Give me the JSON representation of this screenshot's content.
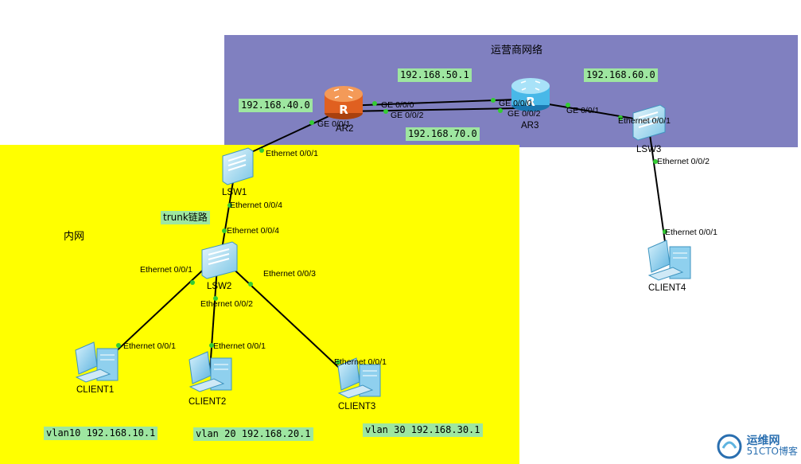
{
  "zones": {
    "isp": {
      "label": "运营商网络",
      "color": "#8080c0"
    },
    "lan": {
      "label": "内网",
      "color": "#ffff00"
    }
  },
  "networks": {
    "net40": "192.168.40.0",
    "net50": "192.168.50.1",
    "net60": "192.168.60.0",
    "net70": "192.168.70.0"
  },
  "trunk_label": "trunk链路",
  "vlans": {
    "vlan10": "vlan10 192.168.10.1",
    "vlan20": "vlan 20 192.168.20.1",
    "vlan30": "vlan 30 192.168.30.1"
  },
  "devices": {
    "ar2": "AR2",
    "ar3": "AR3",
    "lsw1": "LSW1",
    "lsw2": "LSW2",
    "lsw3": "LSW3",
    "client1": "CLIENT1",
    "client2": "CLIENT2",
    "client3": "CLIENT3",
    "client4": "CLIENT4"
  },
  "ports": {
    "ar2_ge000": "GE 0/0/0",
    "ar2_ge002": "GE 0/0/2",
    "ar2_ge001": "GE 0/0/1",
    "ar3_ge000": "GE 0/0/0",
    "ar3_ge002": "GE 0/0/2",
    "ar3_ge001": "GE 0/0/1",
    "lsw1_e001": "Ethernet 0/0/1",
    "lsw1_e004": "Ethernet 0/0/4",
    "lsw2_e004": "Ethernet 0/0/4",
    "lsw2_e001": "Ethernet 0/0/1",
    "lsw2_e002": "Ethernet 0/0/2",
    "lsw2_e003": "Ethernet 0/0/3",
    "lsw3_e001": "Ethernet 0/0/1",
    "lsw3_e002": "Ethernet 0/0/2",
    "client1_e001": "Ethernet 0/0/1",
    "client2_e001": "Ethernet 0/0/1",
    "client3_e001": "Ethernet 0/0/1",
    "client4_e001": "Ethernet 0/0/1"
  },
  "colors": {
    "tag_bg": "#9ee6a0",
    "port_dot": "#33cc33",
    "link": "#000000",
    "router_body": "#e06020",
    "router_blue": "#48b8e8",
    "switch_body": "#a8dcf0"
  },
  "watermark": {
    "line1": "运维网",
    "line2": "51CTO博客"
  }
}
